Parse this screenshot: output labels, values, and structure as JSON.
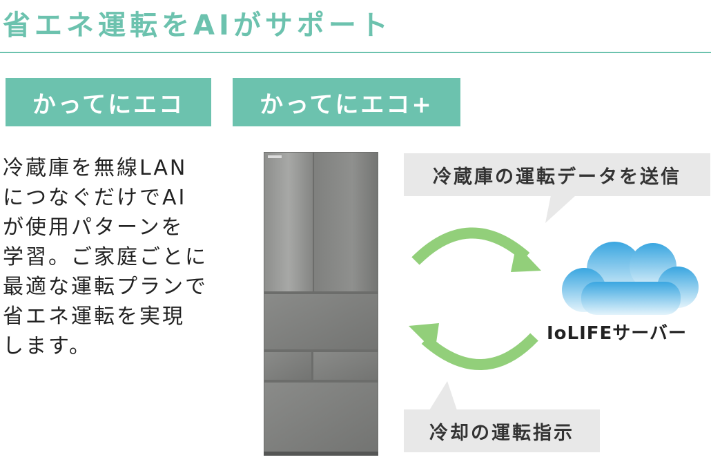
{
  "heading": "省エネ運転をAIがサポート",
  "badges": [
    "かってにエコ",
    "かってにエコ+"
  ],
  "description_lines": [
    "冷蔵庫を無線LAN",
    "につなぐだけでAI",
    "が使用パターンを",
    "学習。ご家庭ごとに",
    "最適な運転プランで",
    "省エネ運転を実現",
    "します。"
  ],
  "bubble_top": "冷蔵庫の運転データを送信",
  "bubble_bottom": "冷却の運転指示",
  "server_label": "IoLIFEサーバー",
  "colors": {
    "accent": "#6cc2ae",
    "arrow": "#92cf7a",
    "cloud_top": "#3aa6e0",
    "cloud_bottom": "#e3f3fb",
    "bubble": "#e8e8e8",
    "fridge": "#7b7c7b"
  }
}
